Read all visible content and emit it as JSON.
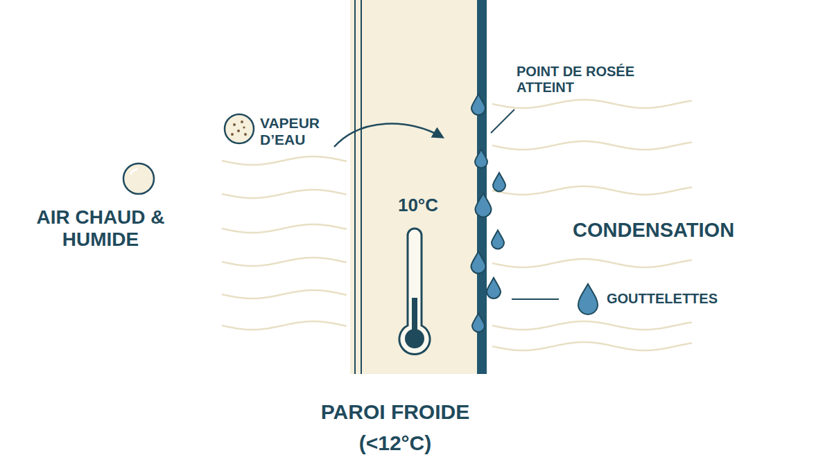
{
  "diagram": {
    "nodes": [
      {
        "text": [
          "10°C",
          "PAROI FROIDE (<12°C)"
        ]
      }
    ],
    "labels": [
      "AIR CHAUD & HUMIDE",
      "VAPEUR D’EAU",
      "POINT DE ROSÉE ATTEINT",
      "CONDENSATION",
      "GOUTTELETTES"
    ]
  }
}
